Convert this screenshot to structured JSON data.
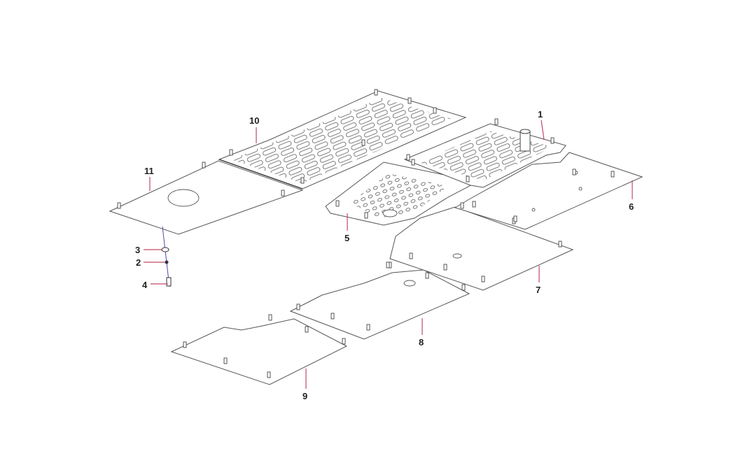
{
  "diagram": {
    "type": "exploded-parts-view",
    "callouts": [
      {
        "id": "1",
        "label": "1"
      },
      {
        "id": "2",
        "label": "2"
      },
      {
        "id": "3",
        "label": "3"
      },
      {
        "id": "4",
        "label": "4"
      },
      {
        "id": "5",
        "label": "5"
      },
      {
        "id": "6",
        "label": "6"
      },
      {
        "id": "7",
        "label": "7"
      },
      {
        "id": "8",
        "label": "8"
      },
      {
        "id": "9",
        "label": "9"
      },
      {
        "id": "10",
        "label": "10"
      },
      {
        "id": "11",
        "label": "11"
      }
    ],
    "colors": {
      "leader": "#c24a66",
      "outline": "#555555",
      "fastener_axis": "#4a4aa8"
    }
  }
}
